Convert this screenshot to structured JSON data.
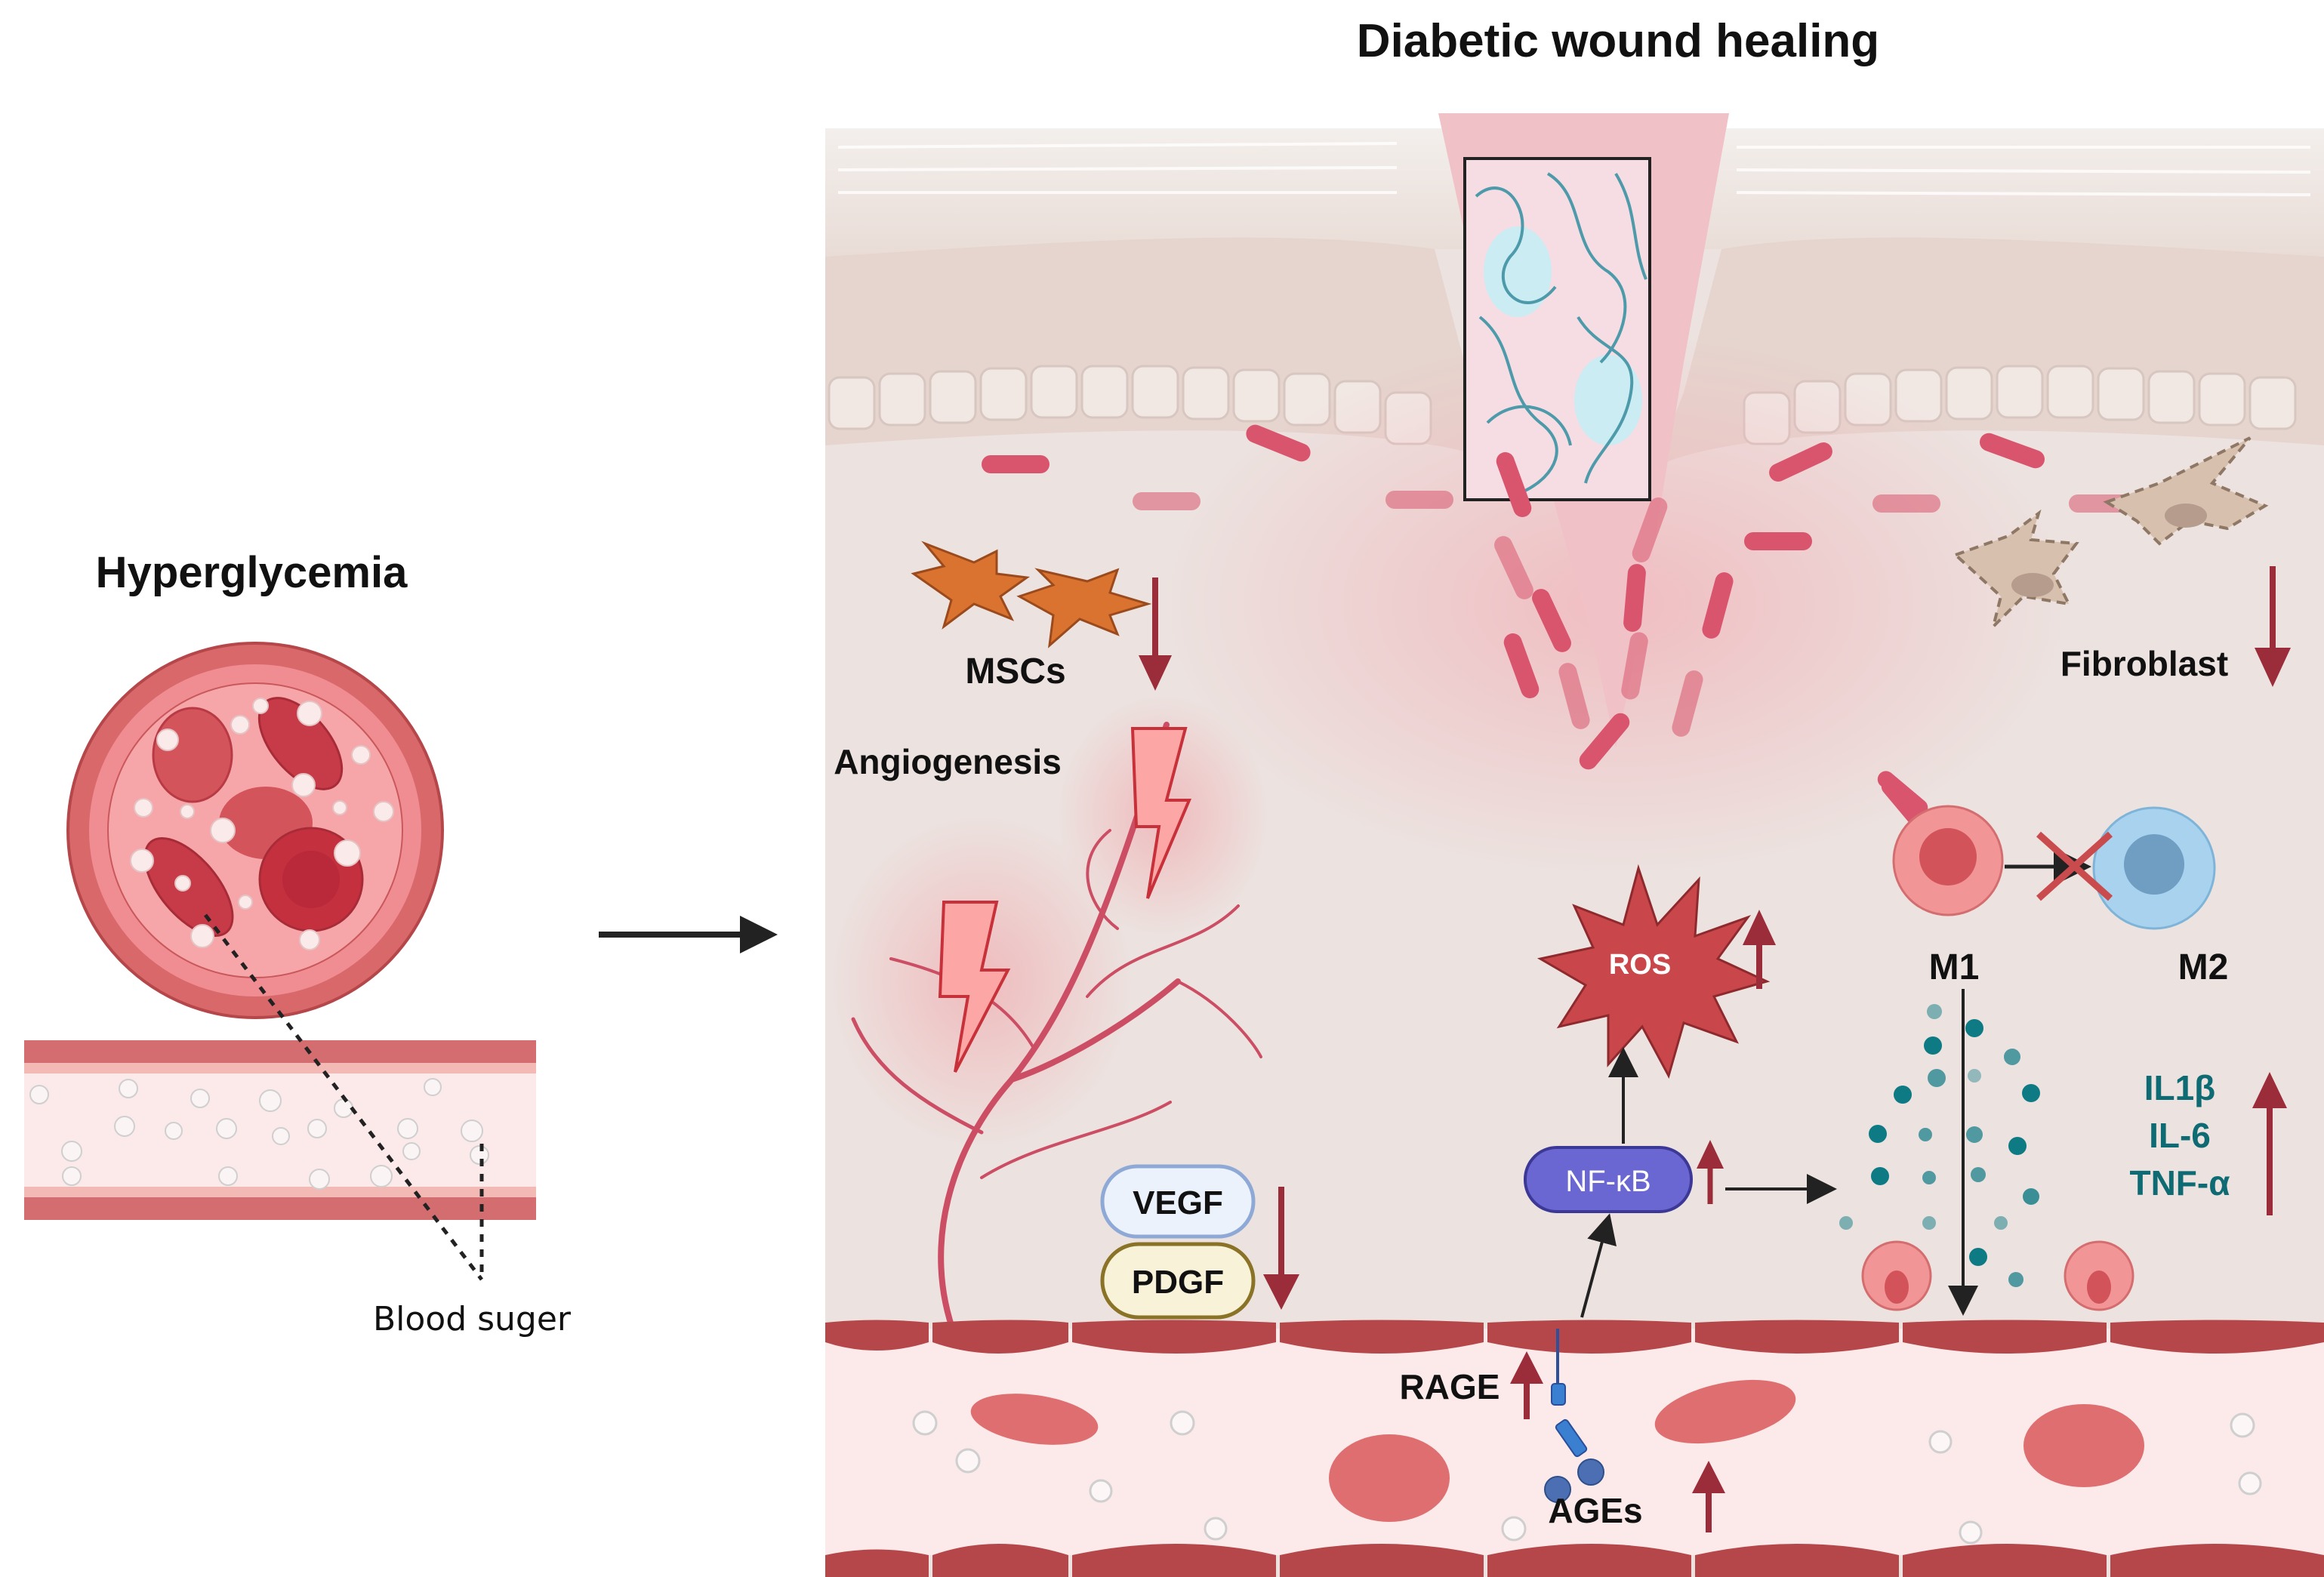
{
  "title": "Diabetic wound healing",
  "left_panel": {
    "title": "Hyperglycemia",
    "callout": "Blood suger"
  },
  "labels": {
    "mscs": "MSCs",
    "angiogenesis": "Angiogenesis",
    "fibroblast": "Fibroblast",
    "vegf": "VEGF",
    "pdgf": "PDGF",
    "ros": "ROS",
    "nfkb": "NF-κB",
    "m1": "M1",
    "m2": "M2",
    "rage": "RAGE",
    "ages": "AGEs",
    "cytokines": [
      "IL1β",
      "IL-6",
      "TNF-α"
    ]
  },
  "trends": {
    "mscs": "down",
    "fibroblast": "down",
    "vegf_pdgf": "down",
    "ros": "up",
    "nfkb": "up",
    "cytokines": "up",
    "rage": "up",
    "ages": "up",
    "m1_to_m2": "blocked"
  },
  "colors": {
    "arrow": "#9b2c3a",
    "cytokine_text": "#0e6b73",
    "nfkb_fill": "#6a67d2",
    "ros_fill": "#c9474b",
    "vessel": "#b5474a"
  }
}
